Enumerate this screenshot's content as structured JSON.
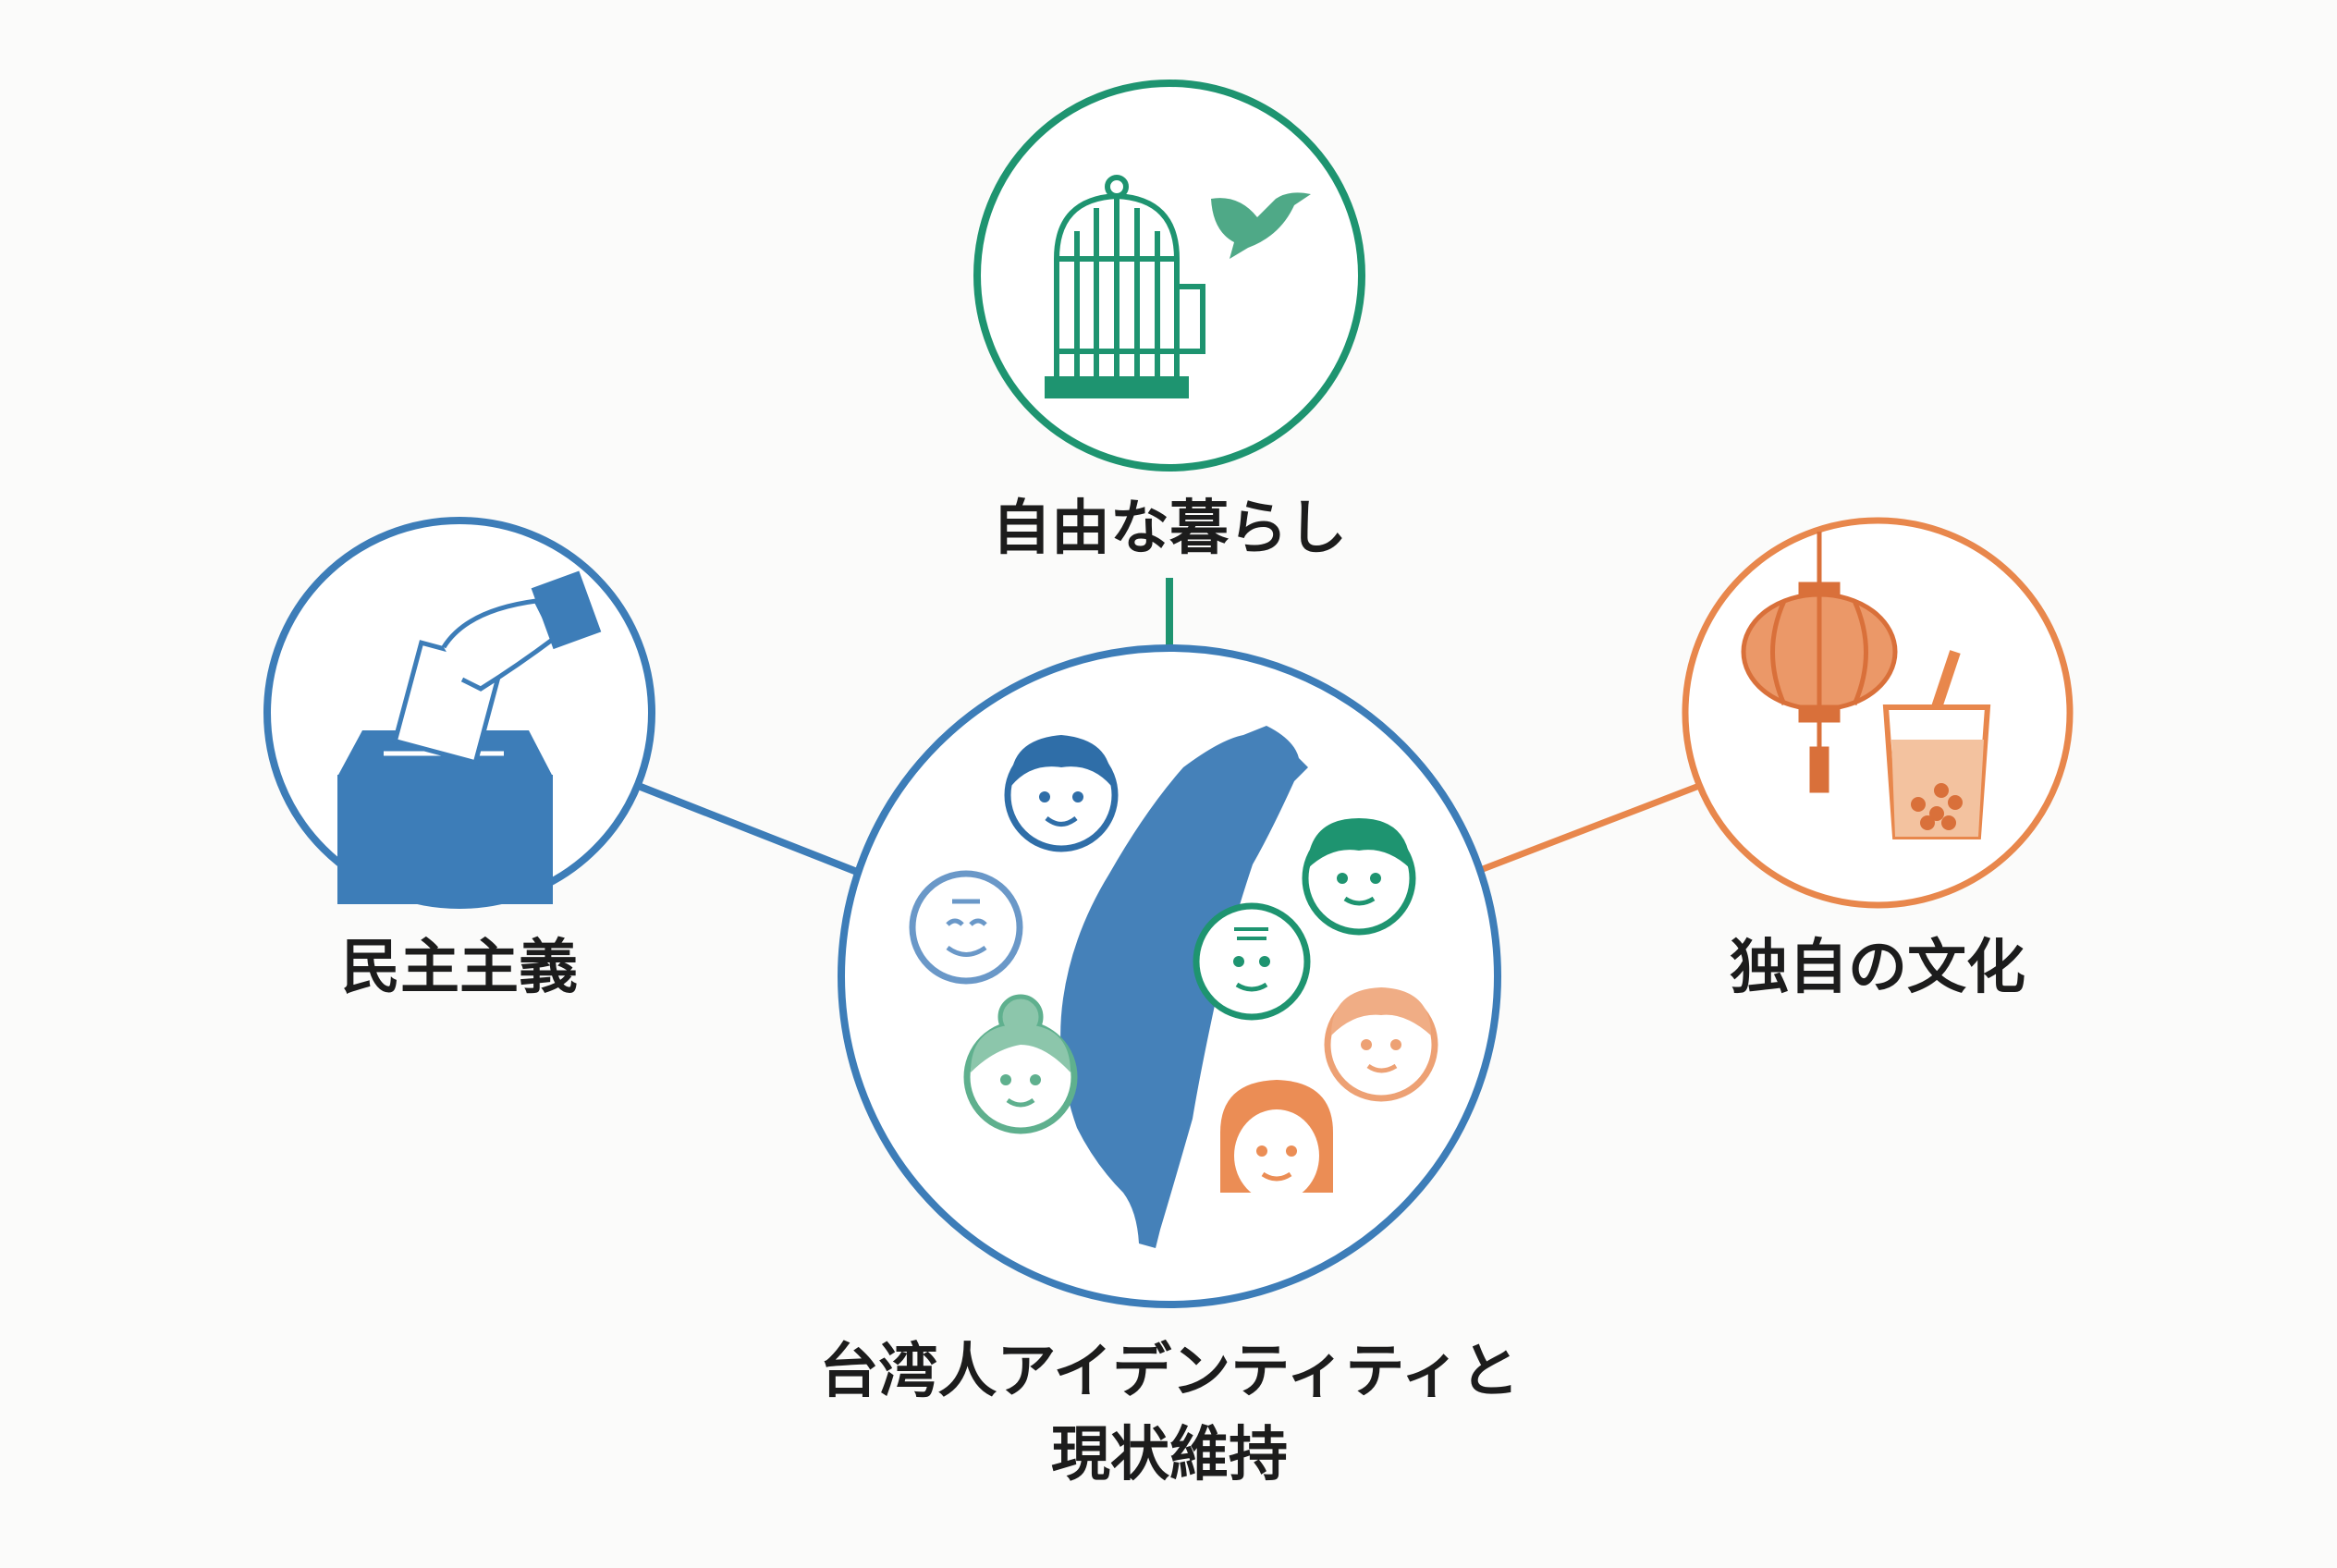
{
  "colors": {
    "blue": "#3d7db8",
    "green": "#1e9470",
    "orange": "#e8874c",
    "text": "#1c1c1c"
  },
  "nodes": {
    "top": {
      "label": "自由な暮らし",
      "icon": "birdcage-dove-icon"
    },
    "left": {
      "label": "民主主義",
      "icon": "ballot-box-icon"
    },
    "right": {
      "label": "独自の文化",
      "icon": "lantern-bubble-tea-icon"
    },
    "center": {
      "label_line1": "台湾人アイデンティティと",
      "label_line2": "現状維持",
      "icon": "taiwan-map-people-icon"
    }
  }
}
